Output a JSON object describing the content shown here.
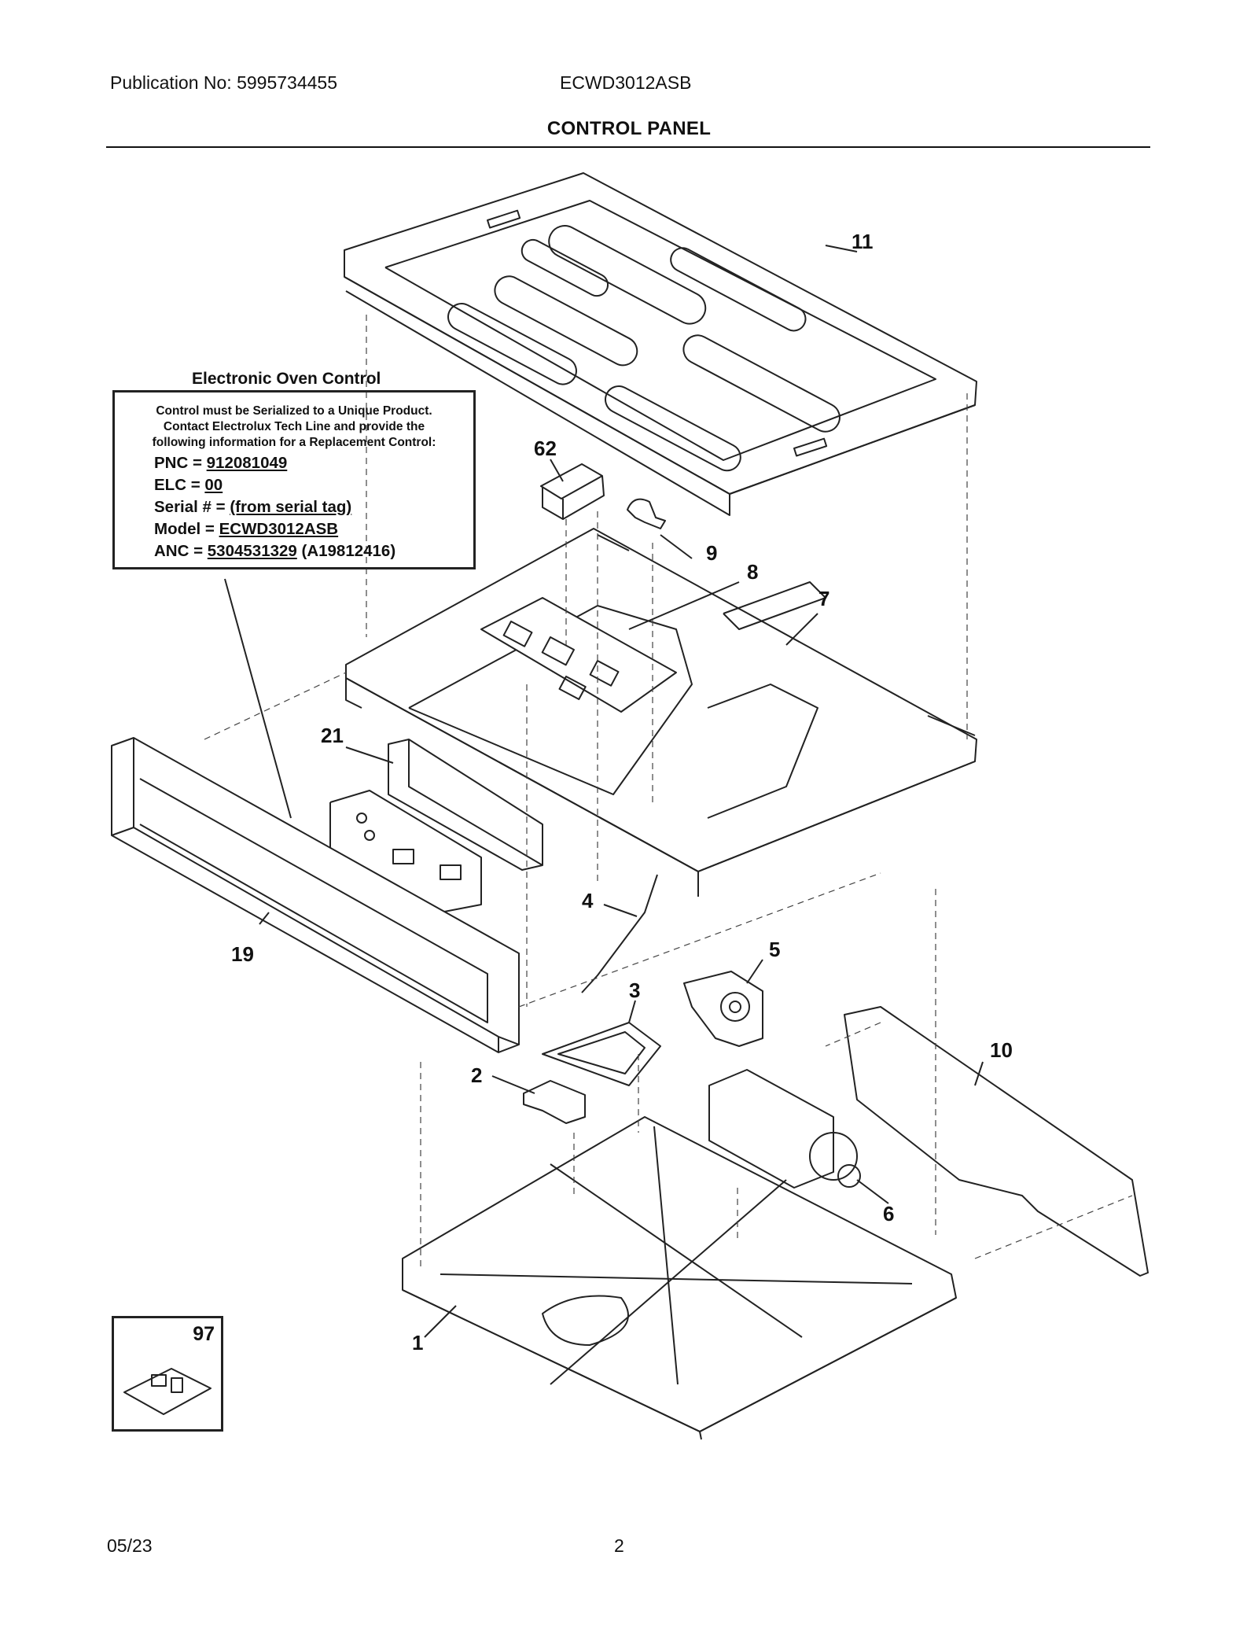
{
  "header": {
    "publication": "Publication No: 5995734455",
    "model": "ECWD3012ASB",
    "title": "CONTROL PANEL"
  },
  "electronic_control": {
    "title": "Electronic Oven Control",
    "note_lines": [
      "Control must be Serialized to a Unique Product.",
      "Contact Electrolux Tech Line and provide the",
      "following information for a Replacement Control:"
    ],
    "fields": [
      {
        "label": "PNC = ",
        "value": "912081049",
        "suffix": ""
      },
      {
        "label": "ELC = ",
        "value": "00",
        "suffix": ""
      },
      {
        "label": "Serial # = ",
        "value": "(from serial tag)",
        "suffix": ""
      },
      {
        "label": "Model = ",
        "value": "ECWD3012ASB",
        "suffix": ""
      },
      {
        "label": "ANC = ",
        "value": "5304531329",
        "suffix": " (A19812416)"
      }
    ]
  },
  "callouts": {
    "c11": "11",
    "c62": "62",
    "c9": "9",
    "c8": "8",
    "c7": "7",
    "c21": "21",
    "c19": "19",
    "c4": "4",
    "c5": "5",
    "c3": "3",
    "c10": "10",
    "c2": "2",
    "c6": "6",
    "c1": "1",
    "c97": "97"
  },
  "footer": {
    "date": "05/23",
    "page": "2"
  }
}
